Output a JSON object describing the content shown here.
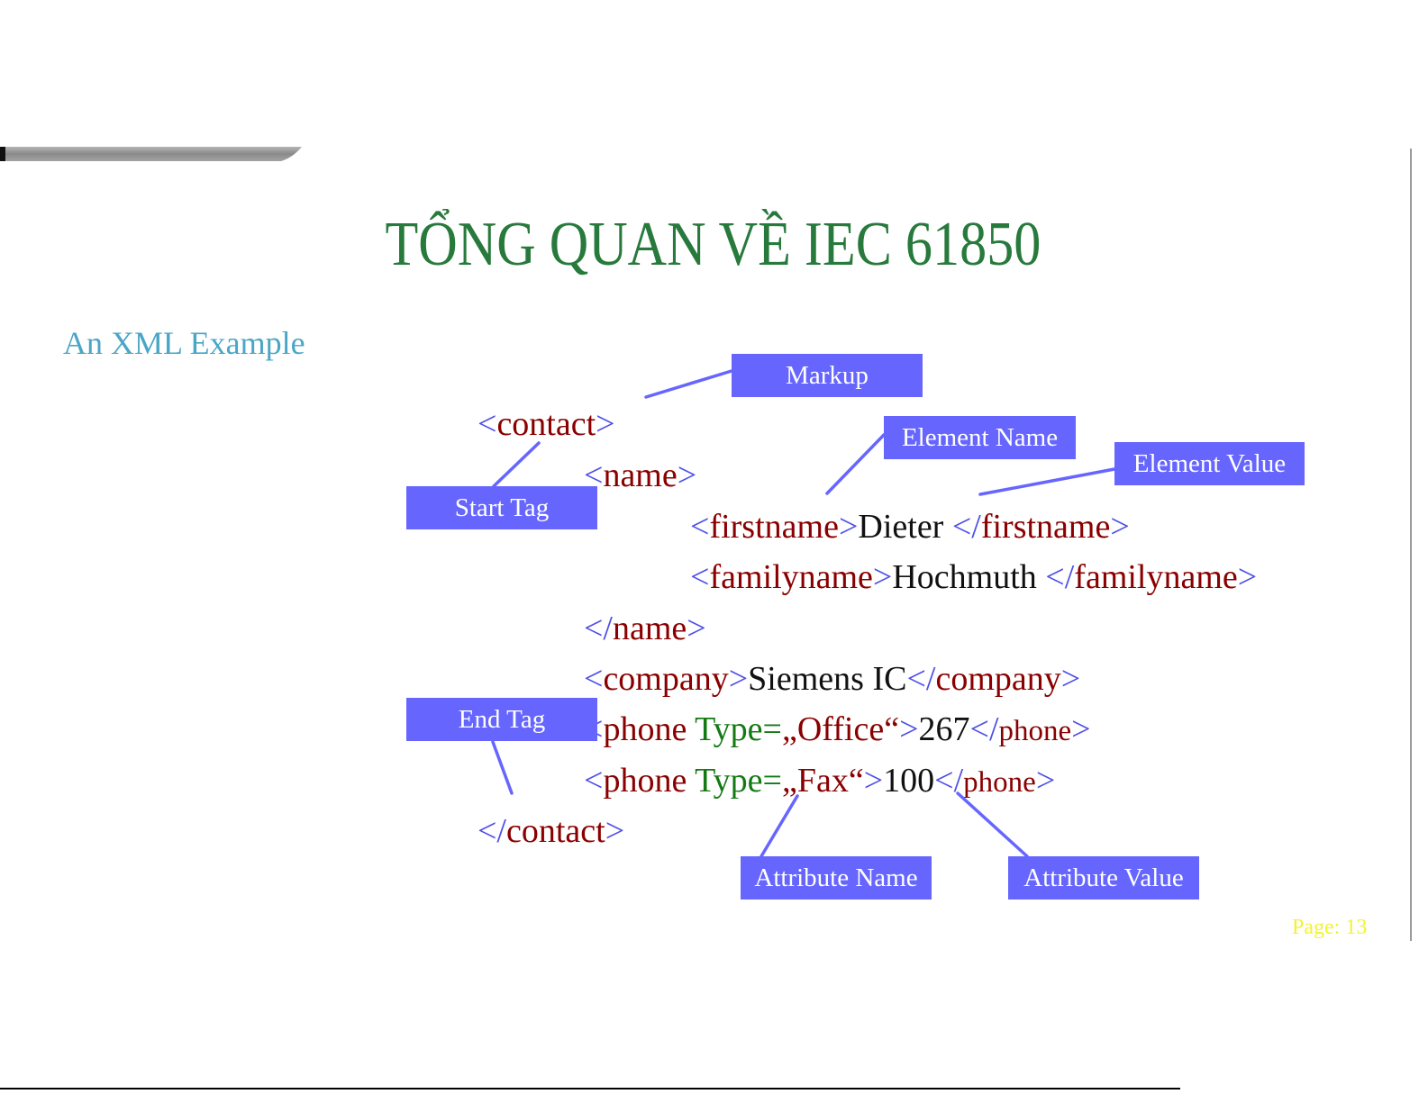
{
  "slide": {
    "title": "TỔNG QUAN VỀ IEC 61850",
    "subtitle": "An XML Example",
    "page": "Page: 13"
  },
  "xml": {
    "contact_open": {
      "lt": "<",
      "name": "contact",
      "gt": ">"
    },
    "name_open": {
      "lt": "<",
      "name": "name",
      "gt": ">"
    },
    "firstname": {
      "lt": "<",
      "name": "firstname",
      "gt": ">",
      "value": "Dieter ",
      "close_lt": "</",
      "close_name": "firstname",
      "close_gt": ">"
    },
    "familyname": {
      "lt": "<",
      "name": "familyname",
      "gt": ">",
      "value": "Hochmuth ",
      "close_lt": "</",
      "close_name": "familyname",
      "close_gt": ">"
    },
    "name_close": {
      "lt": "</",
      "name": "name",
      "gt": ">"
    },
    "company": {
      "lt": "<",
      "name": "company",
      "gt": ">",
      "value": "Siemens IC",
      "close_lt": "</",
      "close_name": "company",
      "close_gt": ">"
    },
    "phone_office": {
      "lt": "<",
      "name": "phone",
      "attr": " Type=",
      "attr_value": "„Office“",
      "gt": ">",
      "value": "267",
      "close_lt": "</",
      "close_name": "phone",
      "close_gt": ">"
    },
    "phone_fax": {
      "lt": "<",
      "name": "phone",
      "attr": " Type=",
      "attr_value": "„Fax“",
      "gt": ">",
      "value": "100",
      "close_lt": "</",
      "close_name": "phone",
      "close_gt": ">"
    },
    "contact_close": {
      "lt": "</",
      "name": "contact",
      "gt": ">"
    }
  },
  "labels": {
    "markup": "Markup",
    "element_name": "Element Name",
    "element_value": "Element Value",
    "start_tag": "Start Tag",
    "end_tag": "End Tag",
    "attribute_name": "Attribute Name",
    "attribute_value": "Attribute Value"
  },
  "colors": {
    "title": "#277a3c",
    "subtitle": "#4aa6c6",
    "bracket": "#4f4fe8",
    "element_name": "#8a0000",
    "attribute": "#137a13",
    "value": "#111111",
    "label_box": "#6666ff",
    "page_number": "#f3f331"
  }
}
